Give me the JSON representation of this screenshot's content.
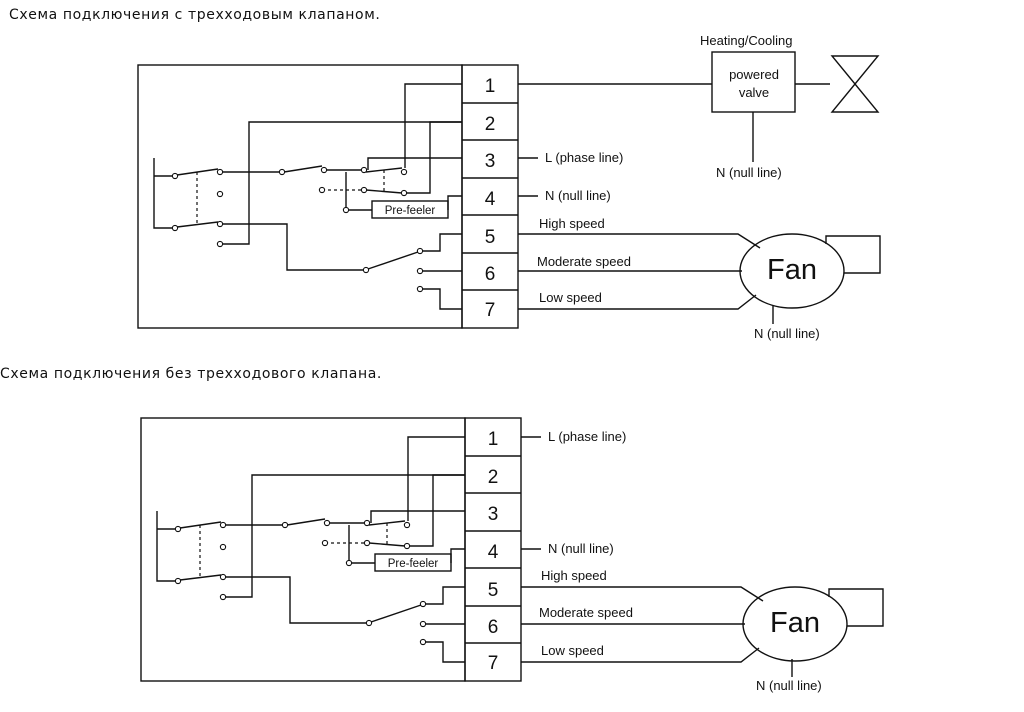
{
  "diagram1": {
    "heading": "Схема подключения с трехходовым клапаном.",
    "terminals": [
      "1",
      "2",
      "3",
      "4",
      "5",
      "6",
      "7"
    ],
    "pre_feeler": "Pre-feeler",
    "phase_line": "L (phase line)",
    "null_line_terminal": "N (null line)",
    "valve_heading": "Heating/Cooling",
    "valve_line1": "powered",
    "valve_line2": "valve",
    "valve_null": "N (null line)",
    "high_speed": "High speed",
    "moderate_speed": "Moderate speed",
    "low_speed": "Low speed",
    "fan": "Fan",
    "fan_null": "N (null line)"
  },
  "diagram2": {
    "heading": "Схема подключения без трехходового клапана.",
    "terminals": [
      "1",
      "2",
      "3",
      "4",
      "5",
      "6",
      "7"
    ],
    "pre_feeler": "Pre-feeler",
    "phase_line": "L (phase line)",
    "null_line_terminal": "N (null line)",
    "high_speed": "High speed",
    "moderate_speed": "Moderate speed",
    "low_speed": "Low speed",
    "fan": "Fan",
    "fan_null": "N (null line)"
  }
}
